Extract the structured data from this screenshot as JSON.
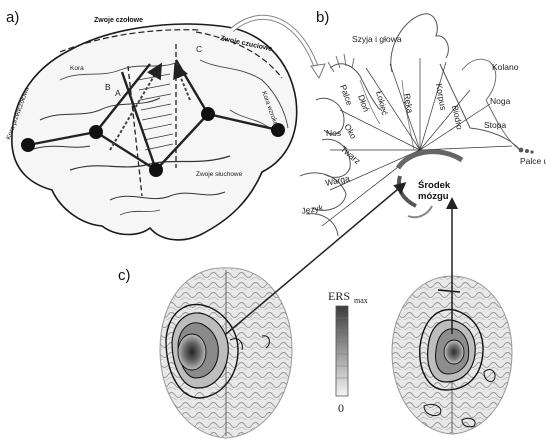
{
  "panels": {
    "a": "a)",
    "b": "b)",
    "c": "c)"
  },
  "panel_a": {
    "region_labels": [
      "Zwoje czołowe",
      "Zwoje czuciowe",
      "Kora",
      "Kora przedczołowa",
      "Zwoje słuchowe",
      "Kora wzrokowa"
    ],
    "letters": [
      "A",
      "B",
      "C"
    ],
    "node_color": "#111111"
  },
  "panel_b": {
    "labels": [
      "Szyja i głowa",
      "Łokieć",
      "Ręka",
      "Korpus",
      "Biodro",
      "Kolano",
      "Noga",
      "Stopa",
      "Palce u stóp",
      "Palce",
      "Dłoń",
      "Oko",
      "Nos",
      "Twarz",
      "Warga",
      "Język"
    ],
    "center": "Środek mózgu"
  },
  "panel_c": {
    "legend_title": "ERS",
    "legend_sub": "max",
    "legend_zero": "0"
  }
}
